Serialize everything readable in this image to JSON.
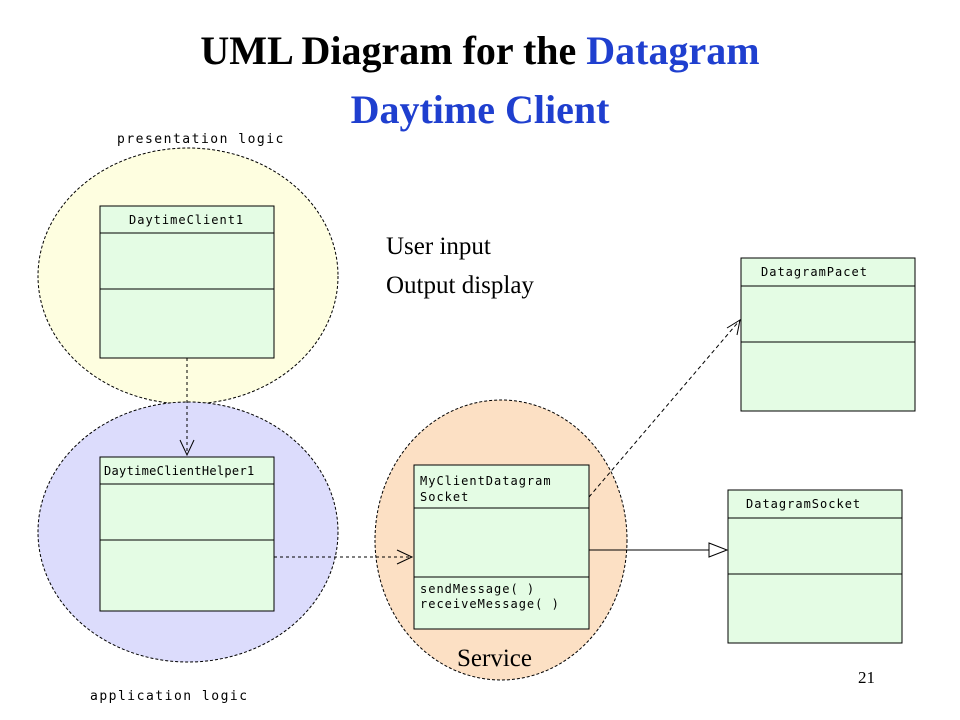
{
  "title": {
    "part1": "UML Diagram for the ",
    "part2": "Datagram",
    "line2": "Daytime Client"
  },
  "colors": {
    "title_black": "#000000",
    "title_blue": "#1f3fcf",
    "presentation_fill": "#fefee0",
    "application_fill": "#dcdcfc",
    "service_fill": "#fce0c4",
    "class_fill": "#e4fce4"
  },
  "regions": {
    "presentation_label": "presentation logic",
    "application_label": "application logic",
    "service_label": "Service"
  },
  "notes": {
    "user_input": "User input",
    "output_display": "Output display"
  },
  "classes": {
    "daytime_client": {
      "name": "DaytimeClient1"
    },
    "daytime_client_helper": {
      "name": "DaytimeClientHelper1"
    },
    "my_client_datagram_socket": {
      "name_line1": "MyClientDatagram",
      "name_line2": "Socket",
      "methods": [
        "sendMessage( )",
        "receiveMessage( )"
      ]
    },
    "datagram_packet": {
      "name": "DatagramPacet"
    },
    "datagram_socket": {
      "name": "DatagramSocket"
    }
  },
  "page_number": "21"
}
